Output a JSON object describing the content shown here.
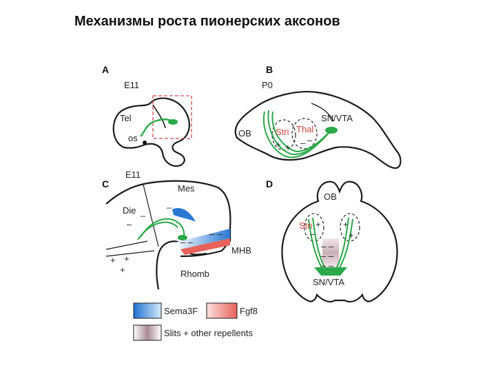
{
  "title": "Механизмы роста пионерских аксонов",
  "panels": {
    "a": {
      "letter": "A",
      "stage": "E11",
      "tel": "Tel",
      "os": "os"
    },
    "b": {
      "letter": "B",
      "stage": "P0",
      "ob": "OB",
      "stri": "Stri",
      "thal": "Thal",
      "snvta": "SN/VTA"
    },
    "c": {
      "letter": "C",
      "stage": "E11",
      "mes": "Mes",
      "die": "Die",
      "mhb": "MHB",
      "rhomb": "Rhomb"
    },
    "d": {
      "letter": "D",
      "ob": "OB",
      "stri": "Stri",
      "snvta": "SN/VTA"
    }
  },
  "legend": {
    "sema": "Sema3F",
    "fgf": "Fgf8",
    "slits": "Slits + other repellents"
  },
  "colors": {
    "axon": "#2aa84a",
    "sema": "#2f7fd6",
    "fgf": "#e8625a",
    "slits": "#b89a9f",
    "outline": "#1a1a1a",
    "box": "#d24a4a"
  }
}
